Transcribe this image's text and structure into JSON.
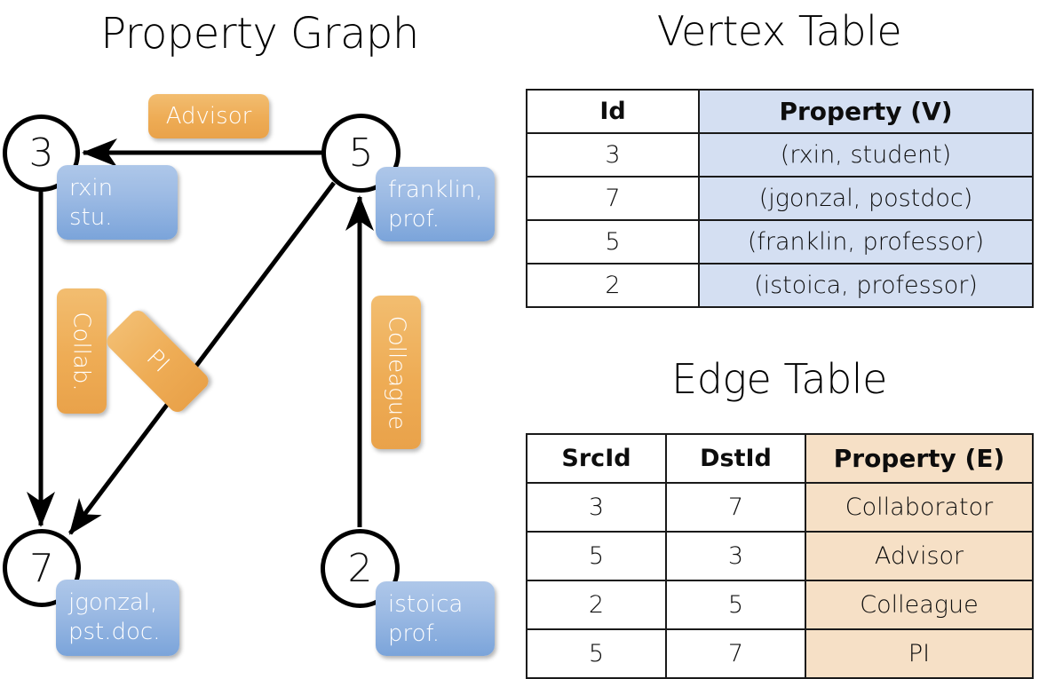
{
  "titles": {
    "graph": "Property Graph",
    "vertex_table": "Vertex Table",
    "edge_table": "Edge Table"
  },
  "colors": {
    "vertex_property_fill": "#d4dff2",
    "edge_property_fill": "#f6e0c6",
    "vertex_bubble": "#9dbbe4",
    "edge_bubble": "#eeac55",
    "stroke": "#000000"
  },
  "graph": {
    "nodes": [
      {
        "id": "3",
        "property": "rxin\nstu.",
        "prop_line1": "rxin",
        "prop_line2": "stu."
      },
      {
        "id": "5",
        "property": "franklin, prof.",
        "prop_line1": "franklin,",
        "prop_line2": "prof."
      },
      {
        "id": "7",
        "property": "jgonzal, pst.doc.",
        "prop_line1": "jgonzal,",
        "prop_line2": "pst.doc."
      },
      {
        "id": "2",
        "property": "istoica prof.",
        "prop_line1": "istoica",
        "prop_line2": "prof."
      }
    ],
    "edge_labels": [
      {
        "name": "advisor-label",
        "text": "Advisor",
        "orientation": "horizontal"
      },
      {
        "name": "collab-label",
        "text": "Collab.",
        "orientation": "vertical"
      },
      {
        "name": "pi-label",
        "text": "PI",
        "orientation": "diagonal"
      },
      {
        "name": "colleague-label",
        "text": "Colleague",
        "orientation": "vertical"
      }
    ],
    "edges": [
      {
        "src": "5",
        "dst": "3",
        "label": "Advisor"
      },
      {
        "src": "3",
        "dst": "7",
        "label": "Collab."
      },
      {
        "src": "5",
        "dst": "7",
        "label": "PI"
      },
      {
        "src": "2",
        "dst": "5",
        "label": "Colleague"
      }
    ]
  },
  "vertex_table": {
    "columns": [
      "Id",
      "Property (V)"
    ],
    "rows": [
      {
        "id": "3",
        "property": "(rxin, student)"
      },
      {
        "id": "7",
        "property": "(jgonzal, postdoc)"
      },
      {
        "id": "5",
        "property": "(franklin, professor)"
      },
      {
        "id": "2",
        "property": "(istoica, professor)"
      }
    ]
  },
  "edge_table": {
    "columns": [
      "SrcId",
      "DstId",
      "Property (E)"
    ],
    "rows": [
      {
        "src": "3",
        "dst": "7",
        "property": "Collaborator"
      },
      {
        "src": "5",
        "dst": "3",
        "property": "Advisor"
      },
      {
        "src": "2",
        "dst": "5",
        "property": "Colleague"
      },
      {
        "src": "5",
        "dst": "7",
        "property": "PI"
      }
    ]
  }
}
